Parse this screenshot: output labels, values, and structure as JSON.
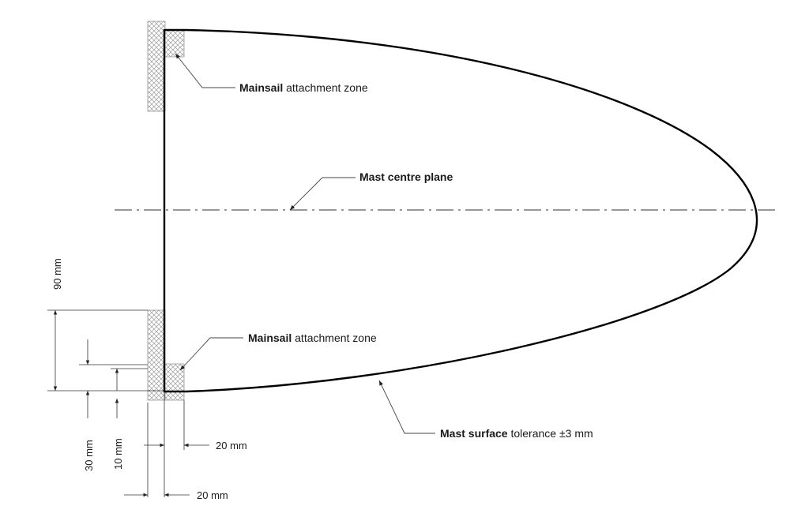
{
  "labels": {
    "zone_top_bold": "Mainsail",
    "zone_top_rest": " attachment zone",
    "zone_bottom_bold": "Mainsail",
    "zone_bottom_rest": " attachment zone",
    "centre_plane": "Mast centre plane",
    "surface_bold": "Mast surface",
    "surface_rest": " tolerance ±3 mm"
  },
  "dimensions": {
    "d90": "90 mm",
    "d30": "30 mm",
    "d10": "10 mm",
    "d20_upper": "20 mm",
    "d20_lower": "20 mm"
  },
  "colors": {
    "outline": "#000000",
    "hatch": "#9a9a9a",
    "leader": "#444444"
  }
}
